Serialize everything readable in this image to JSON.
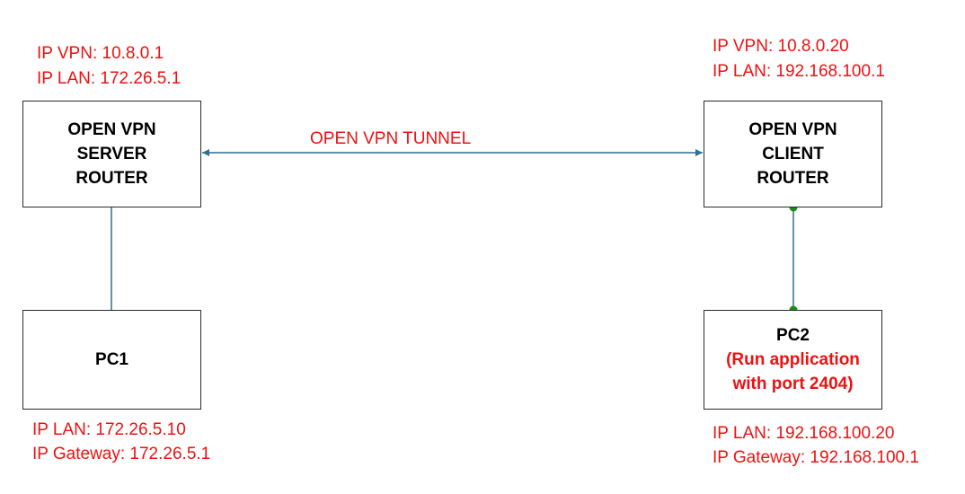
{
  "colors": {
    "label_red": "#ee1111",
    "box_border": "#2b2b2b",
    "connector": "#2f6f8f",
    "connector_endpoint": "#1f8a1f"
  },
  "server": {
    "ip_vpn": "IP VPN: 10.8.0.1",
    "ip_lan": "IP LAN: 172.26.5.1",
    "lines": [
      "OPEN VPN",
      "SERVER",
      "ROUTER"
    ]
  },
  "client": {
    "ip_vpn": "IP VPN: 10.8.0.20",
    "ip_lan": "IP LAN: 192.168.100.1",
    "lines": [
      "OPEN VPN",
      "CLIENT",
      "ROUTER"
    ]
  },
  "pc1": {
    "name": "PC1",
    "ip_lan": "IP LAN: 172.26.5.10",
    "ip_gateway": "IP Gateway: 172.26.5.1"
  },
  "pc2": {
    "name": "PC2",
    "note_lines": [
      "(Run application",
      "with port 2404)"
    ],
    "ip_lan": "IP LAN: 192.168.100.20",
    "ip_gateway": "IP Gateway: 192.168.100.1"
  },
  "tunnel": {
    "label": "OPEN VPN TUNNEL"
  }
}
